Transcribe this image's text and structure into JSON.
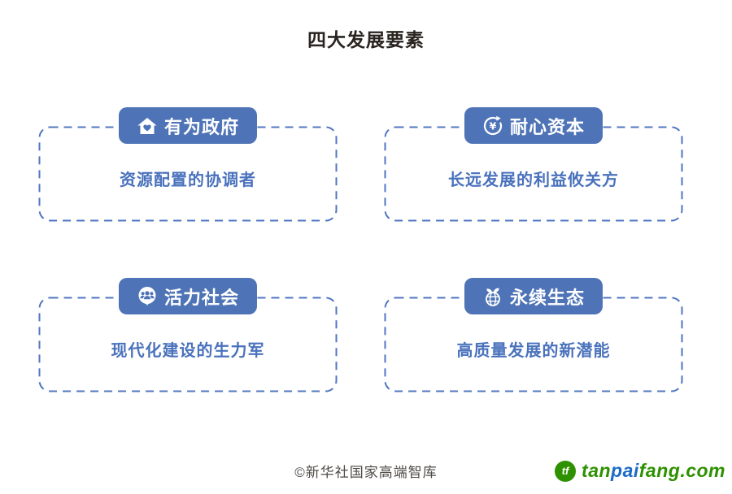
{
  "page": {
    "title": "四大发展要素",
    "footer": "©新华社国家高端智库"
  },
  "colors": {
    "accent_blue": "#4E74B7",
    "border_blue": "#5076C2",
    "text_blue": "#4A72BC",
    "title_dark": "#29241F",
    "footer_gray": "#4E4A45",
    "brand_green": "#2E9100",
    "brand_blue": "#1A6AC8"
  },
  "cards": [
    {
      "id": "government",
      "icon": "house-heart-icon",
      "label": "有为政府",
      "description": "资源配置的协调者"
    },
    {
      "id": "capital",
      "icon": "yen-cycle-icon",
      "label": "耐心资本",
      "description": "长远发展的利益攸关方"
    },
    {
      "id": "society",
      "icon": "people-group-icon",
      "label": "活力社会",
      "description": "现代化建设的生力军"
    },
    {
      "id": "ecology",
      "icon": "globe-leaves-icon",
      "label": "永续生态",
      "description": "高质量发展的新潜能"
    }
  ],
  "watermark": {
    "logo_letters": "tf",
    "text_segments": [
      {
        "text": "tan",
        "color": "green"
      },
      {
        "text": "pai",
        "color": "blue"
      },
      {
        "text": "fang.com",
        "color": "green"
      }
    ]
  }
}
